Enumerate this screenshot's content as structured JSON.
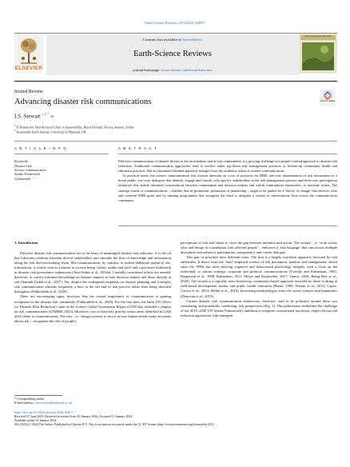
{
  "top_citation": "Earth-Science Reviews 249 (2024) 104677",
  "masthead": {
    "publisher_logo_text": "ELSEVIER",
    "contents_prefix": "Contents lists available at",
    "contents_link": "ScienceDirect",
    "journal_name": "Earth-Science Reviews",
    "homepage_prefix": "journal homepage:",
    "homepage_url": "www.elsevier.com/locate/earscirev",
    "cover_title": "EARTH-SCIENCE REVIEWS",
    "crossmark_label": "Check for updates"
  },
  "article": {
    "type": "Invited Review",
    "title": "Advancing disaster risk communications",
    "author": "I.S. Stewart",
    "author_marks": "a, b, *",
    "affiliations": [
      {
        "mark": "a",
        "text": "El Hassan bin Talal Research Chair in Sustainability, Royal Scientific Society, Amman, Jordan"
      },
      {
        "mark": "b",
        "text": "Sustainable Earth Institute, University of Plymouth, UK"
      }
    ]
  },
  "article_info": {
    "heading": "A R T I C L E   I N F O",
    "keywords_label": "Keywords:",
    "keywords": [
      "Disaster risk",
      "Science communication",
      "Sendai Framework",
      "Geohazards"
    ]
  },
  "abstract": {
    "heading": "A B S T R A C T",
    "paragraphs": [
      "Effective communication of disaster threats to decision makers and at-risk communities is a growing challenge in a people-centred approach to disaster risk reduction. Traditional communication approaches tend to involve either top-down risk management practices or bottom-up community health and education practices. But an alternative blended approach emerges from the academic realm of science communication.",
      "In practical terms, the science communication lens focuses attention on a trio of practices for DRR: one-way dissemination of risk information to a broad public; two-way dialogues that identify, engage and consult with specific stakeholders in the risk management process; and three-way participation initiatives that enable informed conversations between communities and decision makers and within communities themselves, to motivate action. The strategic intent of communications – whether that be promotion, persuasion or partnership – ought to be guided by a ‘theory of change’ that delivers clear and coherent DRR goals and by training programmes that recognise the need to integrate a variety of interventions from across the communication continuum."
    ]
  },
  "body": {
    "section_heading": "1. Introduction",
    "col1": [
      "Effective disaster risk communication lies at the heart of meaningful disaster risk reduction. It is the oil that lubricates relations between diverse stakeholders and smooths the flow of knowledge and information along the risk decision-making chain. Mis-communication, by contrast, or indeed deliberate spread of dis-information, is widely seen as a barrier to science being ‘useful, usable and used’ and a pervasive bottleneck in disaster risk governance endeavours (Aitsi-Selmi et al., 2016a). Carefully considered efforts are needed, therefore, to convey informed knowledge on disaster impacts to both decision makers and those directly at risk (Samadi-Zadeh et al., 2017). Yet, despite the widespread emphasis on disaster planning and foresight, risk communication remains frequently a knot at the tail end of that process rather than being threaded throughout (Fakhruddin et al., 2020).",
      "There are encouraging signs, however, that the central importance of communication is gaining acceptance in the disaster risk community (Fakhruddin et al., 2020). For the first time, the latest UN Office for Disaster Risk Reduction's state-of-the science Global Assessment Report (GAR) has included a chapter on risk communication (UNDRR, 2022). Moreover, two of three key priority action areas identified in GAR 2022 relate to communication. The first – to ‘design systems to factor in how human minds make decisions about risk’ – recognises the role of people's"
    ],
    "col2": [
      "perceptions of risk and biases to close the gap between intention and action. The second – to ‘work across silos and design in consultation with affected people’ – embraces a ‘risk language’ that cuts across multiple disciplines and enhances participation, transparency and citizen dialogue.",
      "This pair of priorities have different roots. The first is a largely top-down approach favoured by risk authorities. It draws from the ‘hard’ empirical science of risk perception, analysis and management, which since the 1980s has been deriving cognitive and behavioural psychology insights, with a focus on the individual, to inform strategic corporate and political communications (Tversky and Kahneman, 1985; Kasperson et al., 1988; Kahneman, 2011; Meyer and Kunreuther, 2017; Vamos, 2020; Balog-Way et al., 2020). The second is a typically more bottom-up, community-based approach favoured by those working in field-based development studies and public health education (Burke, 1999; Wisner et al., 2012; López-Carresi et al., 2014; Mehta et al., 2016), borrowing methodologies from the social sciences and humanities (Donovan et al., 2019).",
      "Current disaster risk communication endeavours, therefore, tend to be polarised around these two contrasting, and potentially conflicting, risk perspectives (Fig. 1). This polarisation underlines the challenge of the 2015–2030 UN Sendai Framework's ambition to integrate conventional top-down, expert-driven risk reduction approaches with emergent"
    ]
  },
  "footnotes": {
    "corresponding": "* Corresponding author.",
    "email_label": "E-mail address:",
    "email": "iain.stewart@plymouth.ac.uk",
    "doi": "https://doi.org/10.1016/j.earscirev.2024.104677",
    "history": "Received 27 June 2023; Received in revised form 10 January 2024; Accepted 11 January 2024",
    "available": "Available online 12 January 2024",
    "license": "0012-8252/© 2024 The Author. Published by Elsevier B.V. This is an open access article under the CC BY license (http://creativecommons.org/licenses/by/4.0/)."
  },
  "colors": {
    "link": "#2a6ebb",
    "publisher_orange": "#e36b1a",
    "masthead_bg": "#ececec",
    "cover_green": "#6f8a3a"
  },
  "icons": {
    "publisher_logo": "elsevier-tree-icon",
    "crossmark": "crossmark-icon"
  }
}
